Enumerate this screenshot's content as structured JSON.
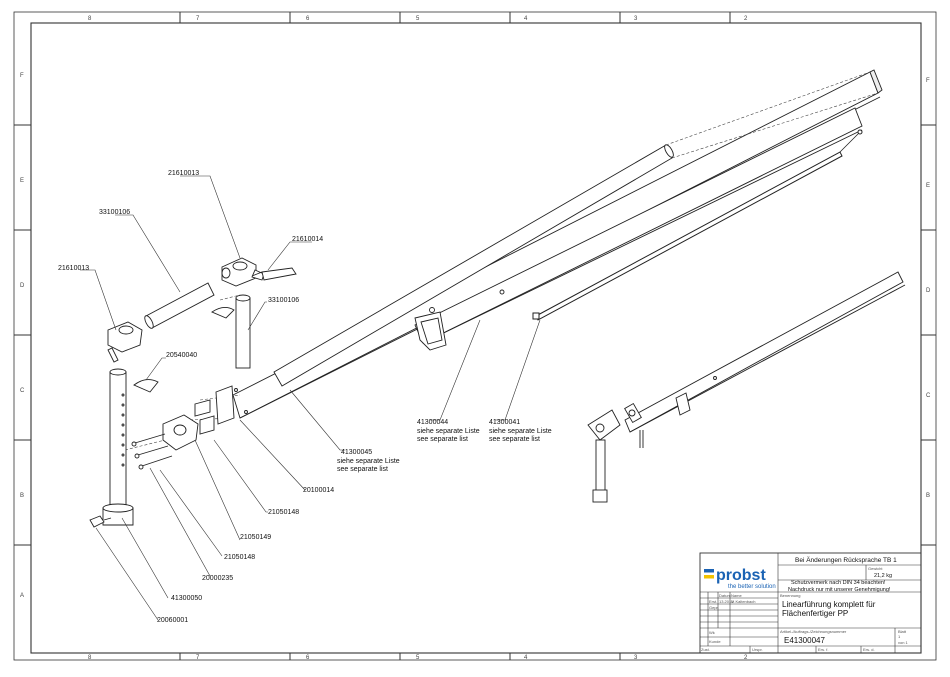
{
  "frame": {
    "top_zones": [
      "8",
      "7",
      "6",
      "5",
      "4",
      "3",
      "2"
    ],
    "bottom_zones": [
      "8",
      "7",
      "6",
      "5",
      "4",
      "3",
      "2"
    ],
    "side_zones": [
      "F",
      "E",
      "D",
      "C",
      "B",
      "A"
    ]
  },
  "callouts": {
    "c21610013_top": "21610013",
    "c21610014": "21610014",
    "c33100106_left": "33100106",
    "c33100106_right": "33100106",
    "c21610013_left": "21610013",
    "c20540040": "20540040",
    "c41300044": "41300044",
    "c41300044_de": "siehe separate Liste",
    "c41300044_en": "see separate list",
    "c41300041": "41300041",
    "c41300041_de": "siehe separate Liste",
    "c41300041_en": "see separate list",
    "c41300045": "41300045",
    "c41300045_de": "siehe separate Liste",
    "c41300045_en": "see separate list",
    "c20100014": "20100014",
    "c21050148_a": "21050148",
    "c21050149": "21050149",
    "c21050148_b": "21050148",
    "c20000235": "20000235",
    "c41300050": "41300050",
    "c20060001": "20060001"
  },
  "title_block": {
    "logo": "probst",
    "logo_tagline": "the better solution",
    "change_note": "Bei Änderungen Rücksprache TB 1",
    "weight_label": "Gewicht",
    "weight_value": "21,2 kg",
    "copyright_1": "Schutzvermerk nach DIN 34 beachten!",
    "copyright_2": "Nachdruck nur mit unserer Genehmigung!",
    "col_datum": "Datum",
    "col_name": "Name",
    "col_benennung": "Benennung",
    "row_erst": "Erst.",
    "row_erst_date": "13.2011",
    "row_erst_name": "M.Kaltenbach",
    "row_gepr": "Gepr.",
    "title_1": "Linearführung komplett für",
    "title_2": "Flächenfertiger PP",
    "row_wk": "Wk",
    "row_kunde": "Kunde",
    "number_label": "Artikel-/Auftrags-/Zeichnungsnummer",
    "drawing_number": "E41300047",
    "sheet_label": "Blatt",
    "sheet_value": "1",
    "sheet_of": "von 1",
    "foot_zust": "Zust.",
    "foot_ursprung": "Urspr.",
    "foot_ers_fuer": "Ers. f.",
    "foot_ers_durch": "Ers. d."
  }
}
